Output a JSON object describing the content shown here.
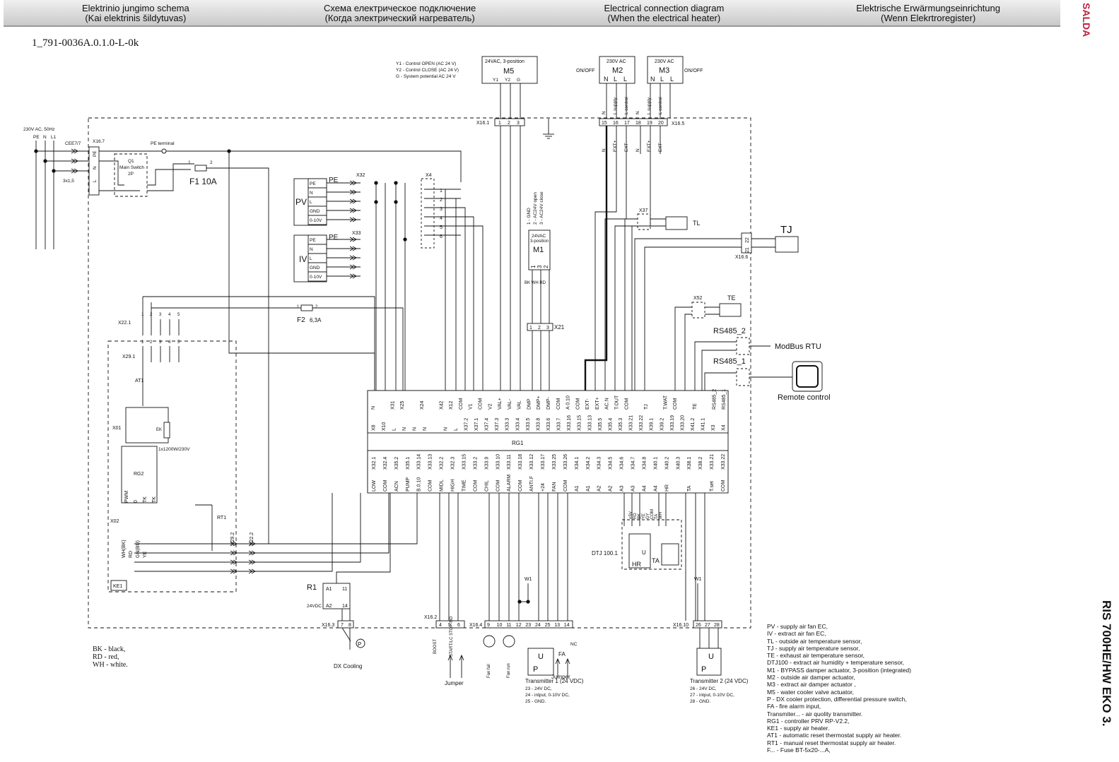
{
  "header": {
    "columns": [
      {
        "line1": "Elektrinio jungimo schema",
        "line2": "(Kai elektrinis šildytuvas)"
      },
      {
        "line1": "Схема електрическое подключение",
        "line2": "(Когда электрический нагреватель)"
      },
      {
        "line1": "Electrical connection diagram",
        "line2": "(When the electrical heater)"
      },
      {
        "line1": "Elektrische Erwärmungseinrichtung",
        "line2": "(Wenn Elekrtroregister)"
      }
    ]
  },
  "doc_code": "1_791-0036A.0.1.0-L-0k",
  "brand": "SALDA",
  "model": "RIS 700HE/HW EKO 3.",
  "supply": {
    "label": "230V AC, 50Hz",
    "pe": "PE",
    "n": "N",
    "l1": "L1",
    "cable": "3x1,5",
    "plug": "CEE7/7",
    "x16_7": "X16.7",
    "pe_terminal": "PE terminal"
  },
  "q1": {
    "name": "Q1",
    "desc": "Main Switch",
    "poles": "2P"
  },
  "fuses": {
    "f1": "F1 10A",
    "f2": "F2",
    "f2_rating": "6,3A"
  },
  "fans": {
    "pv": "PV",
    "iv": "IV",
    "pins": [
      "PE",
      "N",
      "L",
      "GND",
      "0-10V"
    ],
    "x32": "X32",
    "x33": "X33",
    "x4": "X4"
  },
  "m5": {
    "notes": [
      "Y1 - Control OPEN (AC 24 V)",
      "Y2 - Control CLOSE (AC 24 V)",
      "G - System potential AC 24 V"
    ],
    "type": "24VAC, 3-position",
    "name": "M5",
    "pins": [
      "Y1",
      "Y2",
      "G"
    ],
    "terminal": "X16.1"
  },
  "m2": {
    "type": "230V AC",
    "name": "M2",
    "onoff": "ON/OFF",
    "pins": [
      "N",
      "L",
      "L"
    ]
  },
  "m3": {
    "type": "230V AC",
    "name": "M3",
    "onoff": "ON/OFF",
    "pins": [
      "N",
      "L",
      "L"
    ]
  },
  "x16_5": {
    "label": "X16.5",
    "numbers": [
      "15",
      "16",
      "17",
      "18",
      "19",
      "20"
    ],
    "top": [
      "N",
      "L supply",
      "L control",
      "N",
      "L supply",
      "L control"
    ],
    "bottom": [
      "N",
      "EXT+",
      "EXT-",
      "N",
      "EXT+",
      "EXT-"
    ]
  },
  "m1": {
    "notes": [
      "1 - GND",
      "2 - AC24V open",
      "3 - AC24V close"
    ],
    "type": "24VAC 3-position",
    "name": "M1",
    "pins": [
      "1",
      "3",
      "2"
    ],
    "colors": "BK WH RD",
    "terminal": "X21"
  },
  "sensors": {
    "tl": "TL",
    "tj": "TJ",
    "te": "TE",
    "x37": "X37",
    "x52": "X52",
    "x16_6": "X16.6",
    "x16_6_pins": [
      "22",
      "21"
    ]
  },
  "comm": {
    "rs485_2": "RS485_2",
    "rs485_1": "RS485_1",
    "modbus": "ModBus RTU",
    "remote": "Remote control"
  },
  "rg1": {
    "name": "RG1",
    "top_signals": [
      "N",
      "",
      "X31",
      "X25",
      "",
      "X24",
      "",
      "X42",
      "X12",
      "COM",
      "V1",
      "COM",
      "V2",
      "VAL+",
      "VAL-",
      "VAL",
      "DMP",
      "DMP+",
      "DMP-",
      "COM",
      "A 0.10",
      "COM",
      "EXT-",
      "EXT+",
      "AC.N",
      "T.OUT",
      "COM",
      "",
      "TJ",
      "",
      "T.WAT",
      "COM",
      "",
      "TE",
      "",
      "RS485_2",
      "RS485_1"
    ],
    "top_terms": [
      "X8",
      "X10",
      "L",
      "N",
      "N",
      "N",
      "",
      "N",
      "L",
      "X37.2",
      "X37.1",
      "X37.4",
      "X37.3",
      "X33.3",
      "X33.4",
      "X33.5",
      "X33.8",
      "X33.6",
      "X33.7",
      "X33.16",
      "X33.15",
      "X33.13",
      "X35.5",
      "X35.4",
      "X35.3",
      "X33.21",
      "X33.22",
      "X39.1",
      "X39.2",
      "X33.19",
      "X33.20",
      "X41.2",
      "X41.1",
      "X3",
      "X4"
    ],
    "bot_terms": [
      "X32.1",
      "X32.4",
      "X35.2",
      "X35.1",
      "X33.14",
      "X33.13",
      "X32.2",
      "X32.3",
      "X33.15",
      "X33.2",
      "X33.9",
      "X33.10",
      "X33.11",
      "X33.18",
      "X33.12",
      "X33.17",
      "X33.25",
      "X33.26",
      "X34.1",
      "X34.2",
      "X34.3",
      "X34.5",
      "X34.6",
      "X34.7",
      "X34.8",
      "X40.1",
      "X40.2",
      "X40.3",
      "X38.1",
      "X38.2",
      "X33.21",
      "X33.22"
    ],
    "bot_signals": [
      "LOW",
      "COM",
      "ACN",
      "PUMP",
      "B.0.10",
      "COM",
      "MIDL",
      "HIGH",
      "TIME",
      "COM",
      "CHIL",
      "COM",
      "ALARM",
      "COM",
      "ANTI.F",
      "+24",
      "FAN",
      "COM",
      "A1",
      "A1",
      "A2",
      "A2",
      "A3",
      "A3",
      "A4",
      "A4",
      "HR",
      "",
      "TA",
      "",
      "T.set",
      "COM"
    ]
  },
  "heater": {
    "x22_1": "X22.1",
    "x29_1": "X29.1",
    "at1": "AT1",
    "x01": "X01",
    "ek": "EK",
    "ek_rating": "1x1200W/230V",
    "rg2": "RG2",
    "rg2_pins": [
      "PWM",
      "0",
      "TK",
      "TK"
    ],
    "x02": "X02",
    "wires": [
      "WH(BK)",
      "RD",
      "GN(BU)",
      "YE"
    ],
    "rt1": "RT1",
    "x29_2": "X29.2",
    "x22_2": "X22.2",
    "ke1": "KE1"
  },
  "bottom": {
    "r1": "R1",
    "r1_coil": "24VDC",
    "r1_pins": [
      "A1",
      "A2",
      "11",
      "14"
    ],
    "x16_3": "X16.3",
    "x16_3_pins": [
      "7",
      "8"
    ],
    "dx": "DX Cooling",
    "x16_2": "X16.2",
    "x16_2_pins": [
      "4",
      "5",
      "6"
    ],
    "boost": "BOOST",
    "start": "START/LC STOP-NO",
    "jumper": "Jumper",
    "x16_4": "X16.4",
    "x16_4_pins": [
      "9",
      "10",
      "11",
      "12",
      "23",
      "24",
      "25",
      "13",
      "14"
    ],
    "fan_fail": "Fan fail",
    "fan_run": "Fan run",
    "w1": "W1",
    "nc": "NC",
    "fa": "FA",
    "t1_title": "Transmitter 1 (24 VDC)",
    "t1_lines": [
      "23 - 24V DC,",
      "24 - intput, 0-10V DC,",
      "25 - GND."
    ],
    "dtj": "DTJ 100.1",
    "dtj_hr": "HR",
    "dtj_ta": "TA",
    "dtj_wires": [
      "+5V",
      "RD",
      "BK",
      "YE",
      "GY",
      "COM",
      "TA",
      "WH"
    ],
    "x16_10": "X16.10",
    "x16_10_pins": [
      "26",
      "27",
      "28"
    ],
    "t2_title": "Transmitter 2 (24 VDC)",
    "t2_lines": [
      "26 - 24V DC,",
      "27 - intput, 0-10V DC,",
      "28 - GND."
    ]
  },
  "wire_colors": [
    "BK - black,",
    "RD - red,",
    "WH - white."
  ],
  "legend": [
    "PV - supply air fan EC,",
    "IV - extract air fan EC,",
    "TL - outside air temperature sensor,",
    "TJ - supply air temperature sensor,",
    "TE - exhaust air temperature sensor,",
    "DTJ100 - extract air humidity + temperature sensor,",
    "M1 - BYPASS damper actuator, 3-position (integrated)",
    "M2 - outside air damper actuator,",
    "M3 - extract air damper actuator ,",
    "M5 - water cooler valve actuator,",
    "P - DX cooler protection, differential pressure switch,",
    "FA - fire alarm input,",
    "Transmiter... - air quolity transmitter.",
    "RG1 - controller PRV RP-V2.2,",
    "KE1 - supply air heater.",
    "AT1 - automatic reset thermostat supply air heater.",
    "RT1 - manual reset thermostat supply air heater.",
    "F... - Fuse BT-5x20-...A,"
  ]
}
